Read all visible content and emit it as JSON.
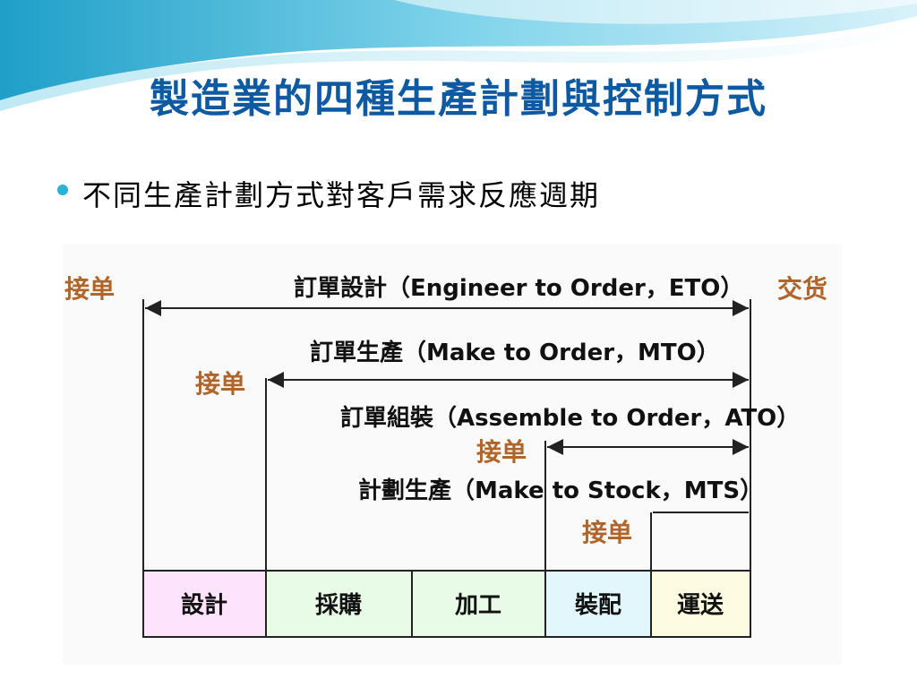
{
  "slide": {
    "title": "製造業的四種生產計劃與控制方式",
    "bullet": "不同生產計劃方式對客戶需求反應週期",
    "accent_color": "#27b3d6",
    "title_color": "#0d5aa3"
  },
  "diagram": {
    "order_label": "接单",
    "delivery_label": "交货",
    "methods": [
      {
        "label": "訂單設計（Engineer to Order，ETO）"
      },
      {
        "label": "訂單生產（Make to Order，MTO）"
      },
      {
        "label": "訂單組裝（Assemble to Order，ATO）"
      },
      {
        "label": "計劃生產（Make to Stock，MTS）"
      }
    ],
    "stages": [
      {
        "label": "設計",
        "color": "#fde3fb"
      },
      {
        "label": "採購",
        "color": "#e8fbe6"
      },
      {
        "label": "加工",
        "color": "#e8fbe6"
      },
      {
        "label": "裝配",
        "color": "#e2f7fb"
      },
      {
        "label": "運送",
        "color": "#fdfbe2"
      }
    ]
  }
}
